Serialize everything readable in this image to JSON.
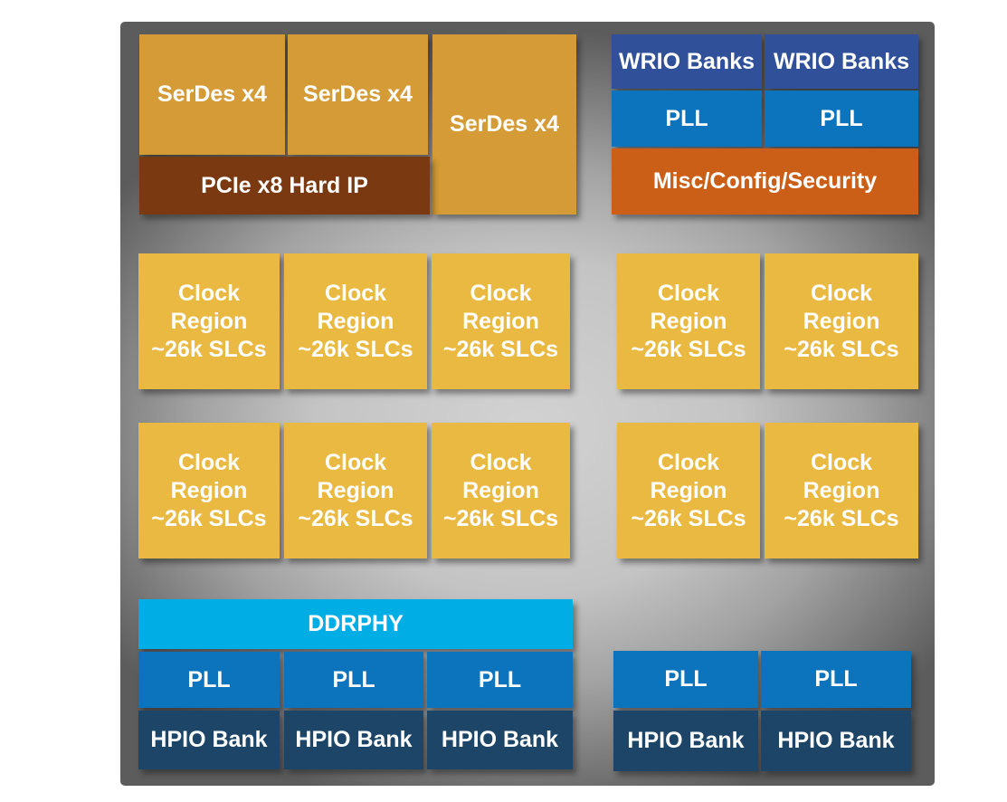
{
  "diagram": {
    "palette": {
      "serdes_gold": "#d49b36",
      "clock_region_gold": "#e9b942",
      "pcie_brown": "#7a3910",
      "wrio_navy": "#30509a",
      "pll_blue": "#0c73bd",
      "misc_orange": "#cc5f18",
      "ddrphy_cyan": "#00ade5",
      "hpio_navy": "#1d4568",
      "label_text": "#ffffff",
      "die_gray_center": "#d2d2d2",
      "die_gray_edge": "#5c5c5c"
    },
    "top_left": {
      "serdes": [
        "SerDes x4",
        "SerDes x4",
        "SerDes x4"
      ],
      "pcie": "PCIe x8 Hard IP"
    },
    "top_right": {
      "wrio": [
        "WRIO Banks",
        "WRIO Banks"
      ],
      "pll": [
        "PLL",
        "PLL"
      ],
      "misc": "Misc/Config/Security"
    },
    "fabric": {
      "clock_region_label": "Clock\nRegion\n~26k SLCs",
      "rows": 2,
      "left_columns": 3,
      "right_columns": 2,
      "total_regions": 10
    },
    "bottom_left": {
      "ddrphy": "DDRPHY",
      "pll": [
        "PLL",
        "PLL",
        "PLL"
      ],
      "hpio": [
        "HPIO Bank",
        "HPIO Bank",
        "HPIO Bank"
      ]
    },
    "bottom_right": {
      "pll": [
        "PLL",
        "PLL"
      ],
      "hpio": [
        "HPIO Bank",
        "HPIO Bank"
      ]
    }
  }
}
